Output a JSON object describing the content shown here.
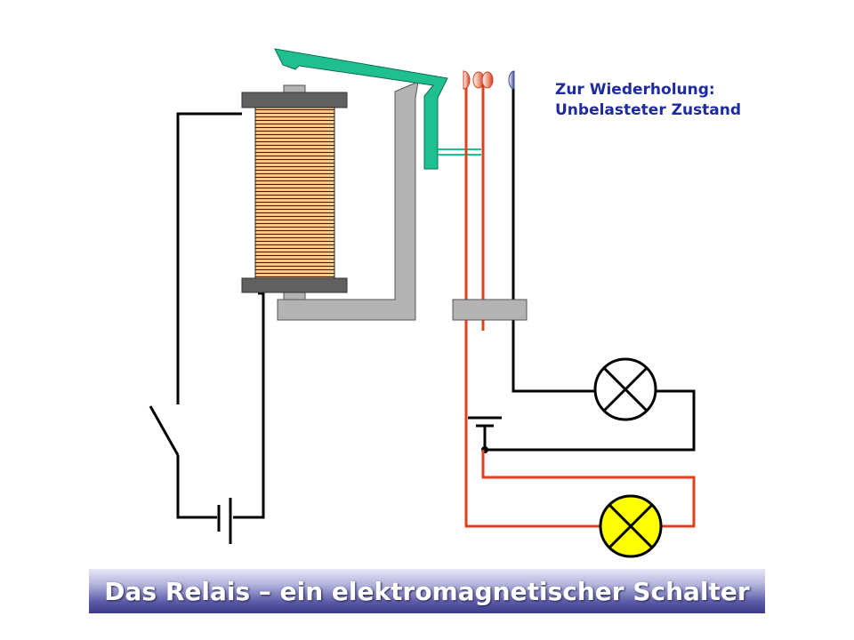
{
  "caption": {
    "line1": "Zur Wiederholung:",
    "line2": "Unbelasteter Zustand"
  },
  "title": "Das Relais – ein elektromagnetischer Schalter",
  "colors": {
    "wire": "#000000",
    "load_wire": "#e0401e",
    "armature": "#1fbf8f",
    "yoke": "#b3b3b3",
    "coil_winding": "#f8c895",
    "coil_flange": "#606060",
    "lamp_on": "#ffff00",
    "caption_text": "#1e2aa0",
    "title_text": "#ffffff"
  },
  "components": {
    "coil": "electromagnet-coil",
    "armature": "relay-armature",
    "lamp_off": "lamp-cross-symbol",
    "lamp_on": "lamp-lit",
    "switch": "open-switch",
    "battery_control": "battery-symbol",
    "battery_load": "battery-symbol"
  }
}
